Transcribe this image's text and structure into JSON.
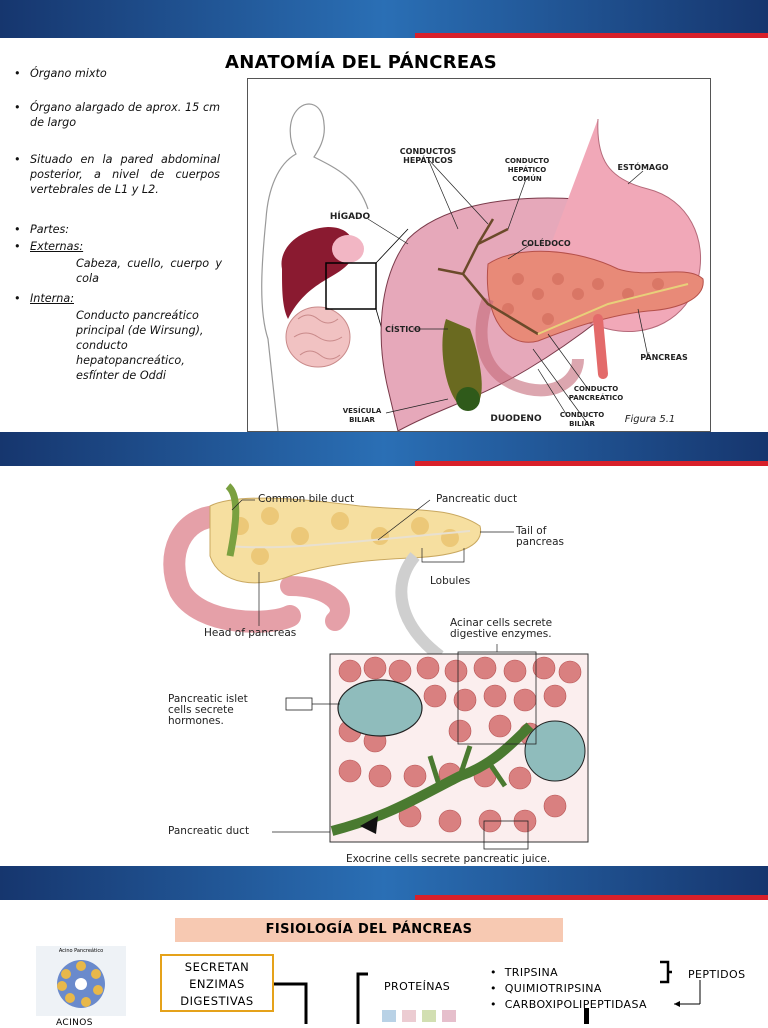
{
  "slide1": {
    "title": "ANATOMÍA DEL PÁNCREAS",
    "bullets": [
      {
        "text": "Órgano mixto",
        "underline": false
      },
      {
        "text": "Órgano alargado de aprox. 15 cm de largo",
        "underline": false
      },
      {
        "text": "Situado en la pared abdominal posterior, a nivel de cuerpos vertebrales de L1 y L2.",
        "underline": false
      },
      {
        "text": "Partes:",
        "underline": false
      },
      {
        "text": "Externas:",
        "underline": true
      },
      {
        "text": "Interna:",
        "underline": true
      }
    ],
    "externas_detail": "Cabeza, cuello, cuerpo y cola",
    "internas_detail": "Conducto pancreático principal (de Wirsung), conducto hepatopancreático, esfínter de Oddi",
    "figure_labels": {
      "conductos_hepaticos": "CONDUCTOS HEPÁTICOS",
      "conducto_hepatico_comun": "CONDUCTO HEPÁTICO COMÚN",
      "estomago": "ESTÓMAGO",
      "higado": "HÍGADO",
      "coledoco": "COLÉDOCO",
      "cistico": "CÍSTICO",
      "pancreas": "PÁNCREAS",
      "conducto_pancreatico": "CONDUCTO PANCREÁTICO",
      "vesicula_biliar": "VESÍCULA BILIAR",
      "duodeno": "DUODENO",
      "conducto_biliar": "CONDUCTO BILIAR",
      "figura": "Figura 5.1"
    }
  },
  "slide2": {
    "labels": {
      "common_bile_duct": "Common bile duct",
      "pancreatic_duct_top": "Pancreatic duct",
      "tail": "Tail of pancreas",
      "lobules": "Lobules",
      "head": "Head of pancreas",
      "acinar": "Acinar cells secrete digestive enzymes.",
      "islet": "Pancreatic islet cells secrete hormones.",
      "pancreatic_duct_bottom": "Pancreatic duct",
      "exocrine": "Exocrine cells secrete pancreatic juice."
    }
  },
  "slide3": {
    "title": "FISIOLOGÍA DEL PÁNCREAS",
    "secretan": [
      "SECRETAN",
      "ENZIMAS",
      "DIGESTIVAS"
    ],
    "thumb_title": "Acino Pancreático",
    "acinos": "ACINOS",
    "proteinas": "PROTEÍNAS",
    "enzymes": [
      "TRIPSINA",
      "QUIMIOTRIPSINA",
      "CARBOXIPOLIPEPTIDASA"
    ],
    "peptidos": "PEPTIDOS"
  },
  "colors": {
    "band_dark": "#16366e",
    "band_light": "#2a6fb5",
    "band_red": "#d8202a",
    "fisio_bg": "#f7c9b2",
    "secretan_border": "#e5a21a"
  }
}
